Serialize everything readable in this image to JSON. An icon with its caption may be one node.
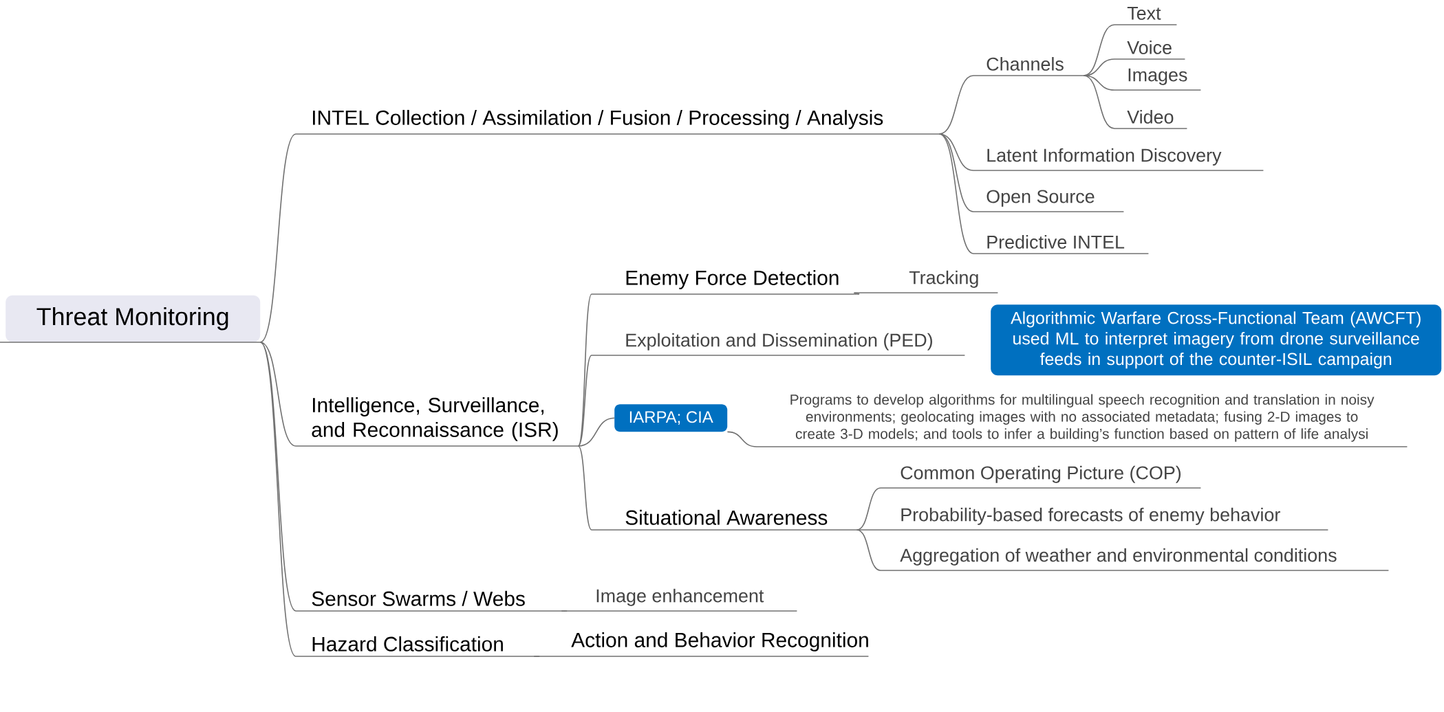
{
  "diagram": {
    "nodes": [
      {
        "text": [
          "Threat Monitoring"
        ]
      },
      {
        "text": [
          "INTEL Collection / Assimilation / Fusion / Processing / Analysis"
        ]
      },
      {
        "text": [
          "Channels"
        ]
      },
      {
        "text": [
          "Text"
        ]
      },
      {
        "text": [
          "Voice"
        ]
      },
      {
        "text": [
          "Images"
        ]
      },
      {
        "text": [
          "Video"
        ]
      },
      {
        "text": [
          "Latent Information Discovery"
        ]
      },
      {
        "text": [
          "Open Source"
        ]
      },
      {
        "text": [
          "Predictive INTEL"
        ]
      },
      {
        "text": [
          "Intelligence, Surveillance, and Reconnaissance (ISR)"
        ]
      },
      {
        "text": [
          "Enemy Force Detection"
        ]
      },
      {
        "text": [
          "Tracking"
        ]
      },
      {
        "text": [
          "Exploitation and Dissemination (PED)"
        ]
      },
      {
        "text": [
          "Algorithmic Warfare Cross-Functional Team (AWCFT) used ML to interpret imagery from drone surveillance feeds in support of the counter-ISIL campaign"
        ]
      },
      {
        "text": [
          "IARPA; CIA"
        ]
      },
      {
        "text": [
          "Programs to develop algorithms for multilingual speech recognition and translation in noisy environments; geolocating images with no associated metadata; fusing 2-D images to create 3-D models; and tools to infer a building’s function based on pattern of life analysi"
        ]
      },
      {
        "text": [
          "Situational Awareness"
        ]
      },
      {
        "text": [
          "Common Operating Picture (COP)"
        ]
      },
      {
        "text": [
          "Probability-based forecasts of enemy behavior"
        ]
      },
      {
        "text": [
          "Aggregation of weather and environmental conditions"
        ]
      },
      {
        "text": [
          "Sensor Swarms / Webs"
        ]
      },
      {
        "text": [
          "Image enhancement"
        ]
      },
      {
        "text": [
          "Hazard Classification"
        ]
      },
      {
        "text": [
          "Action and Behavior Recognition"
        ]
      }
    ],
    "edges": [
      {
        "from": 0,
        "to": 1,
        "arrow": "none"
      },
      {
        "from": 0,
        "to": 10,
        "arrow": "none"
      },
      {
        "from": 0,
        "to": 21,
        "arrow": "none"
      },
      {
        "from": 0,
        "to": 23,
        "arrow": "none"
      },
      {
        "from": 1,
        "to": 2,
        "arrow": "none"
      },
      {
        "from": 1,
        "to": 7,
        "arrow": "none"
      },
      {
        "from": 1,
        "to": 8,
        "arrow": "none"
      },
      {
        "from": 1,
        "to": 9,
        "arrow": "none"
      },
      {
        "from": 2,
        "to": 3,
        "arrow": "none"
      },
      {
        "from": 2,
        "to": 4,
        "arrow": "none"
      },
      {
        "from": 2,
        "to": 5,
        "arrow": "none"
      },
      {
        "from": 2,
        "to": 6,
        "arrow": "none"
      },
      {
        "from": 10,
        "to": 11,
        "arrow": "none"
      },
      {
        "from": 10,
        "to": 13,
        "arrow": "none"
      },
      {
        "from": 10,
        "to": 15,
        "arrow": "none"
      },
      {
        "from": 10,
        "to": 17,
        "arrow": "none"
      },
      {
        "from": 11,
        "to": 12,
        "arrow": "none"
      },
      {
        "from": 15,
        "to": 16,
        "arrow": "none"
      },
      {
        "from": 17,
        "to": 18,
        "arrow": "none"
      },
      {
        "from": 17,
        "to": 19,
        "arrow": "none"
      },
      {
        "from": 17,
        "to": 20,
        "arrow": "none"
      },
      {
        "from": 21,
        "to": 22,
        "arrow": "none"
      },
      {
        "from": 23,
        "to": 24,
        "arrow": "none"
      }
    ]
  }
}
